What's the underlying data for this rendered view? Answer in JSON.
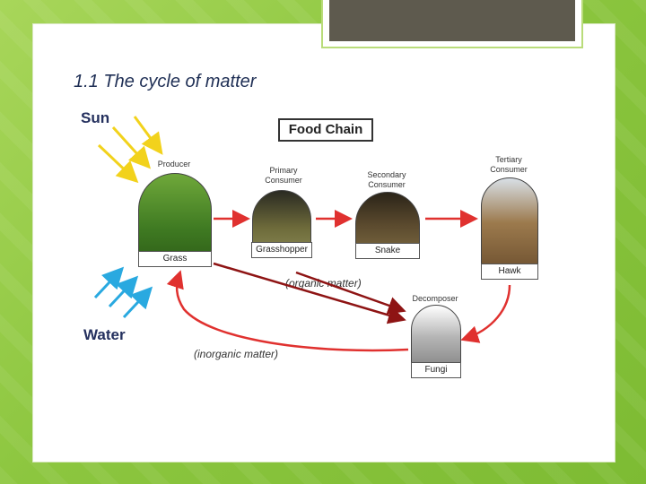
{
  "slide": {
    "title": "1.1 The cycle of matter"
  },
  "diagram": {
    "sun_label": "Sun",
    "water_label": "Water",
    "food_chain_title": "Food Chain",
    "roles": {
      "producer": "Producer",
      "primary": "Primary\nConsumer",
      "secondary": "Secondary\nConsumer",
      "tertiary": "Tertiary\nConsumer",
      "decomposer": "Decomposer"
    },
    "organisms": {
      "grass": "Grass",
      "grasshopper": "Grasshopper",
      "snake": "Snake",
      "hawk": "Hawk",
      "fungi": "Fungi"
    },
    "annotations": {
      "organic": "(organic matter)",
      "inorganic": "(inorganic matter)"
    }
  },
  "colors": {
    "sun_arrows": "#f2d21c",
    "water_arrows": "#29a9e0",
    "chain_arrows": "#e0312f",
    "annotation_arrows": "#8e1414"
  }
}
